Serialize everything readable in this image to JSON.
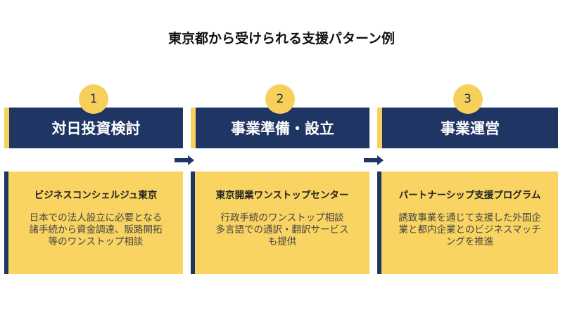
{
  "title": "東京都から受けられる支援パターン例",
  "steps": [
    {
      "number": "1",
      "heading": "対日投資検討",
      "program": "ビジネスコンシェルジュ東京",
      "description": "日本での法人設立に必要となる\n諸手続から資金調達、販路開拓\n等のワンストップ相談"
    },
    {
      "number": "2",
      "heading": "事業準備・設立",
      "program": "東京開業ワンストップセンター",
      "description": "行政手続のワンストップ相談\n多言語での通訳・翻訳サービス\nも提供"
    },
    {
      "number": "3",
      "heading": "事業運営",
      "program": "パートナーシップ支援プログラム",
      "description": "誘致事業を通じて支援した外国企\n業と都内企業とのビジネスマッチ\nングを推進"
    }
  ],
  "colors": {
    "navy": "#1f3563",
    "yellow": "#f7d05c"
  }
}
